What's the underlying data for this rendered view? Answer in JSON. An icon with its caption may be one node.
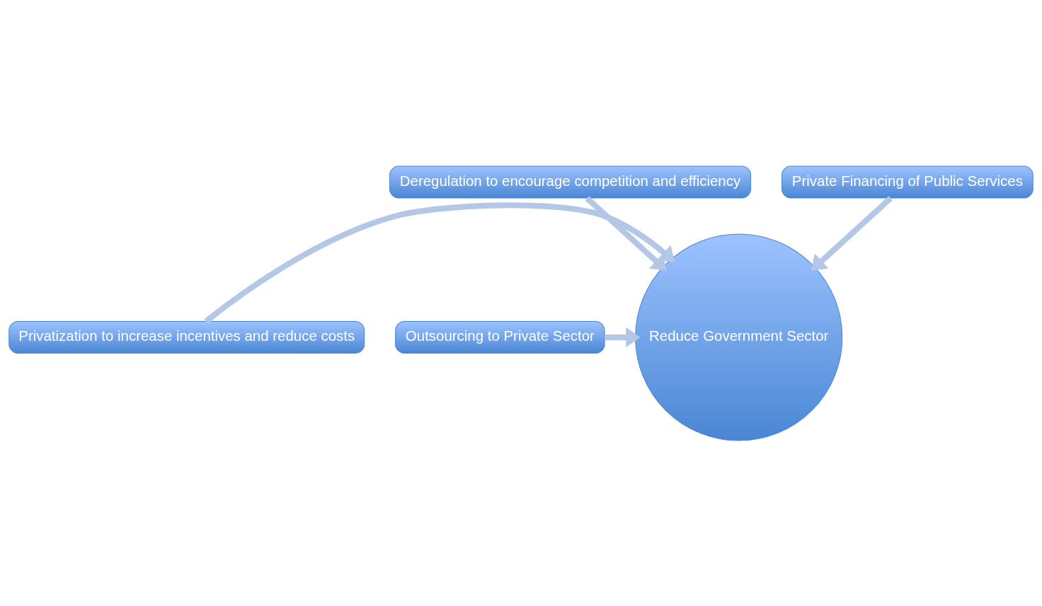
{
  "diagram": {
    "nodes": [
      {
        "text": [
          "Deregulation to encourage competition and efficiency"
        ]
      },
      {
        "text": [
          "Private Financing of Public Services"
        ]
      },
      {
        "text": [
          "Privatization to increase incentives and reduce costs"
        ]
      },
      {
        "text": [
          "Outsourcing to Private Sector"
        ]
      },
      {
        "text": [
          "Reduce Government Sector"
        ]
      }
    ],
    "edges": [
      {
        "from": 0,
        "to": 4,
        "arrow": "to"
      },
      {
        "from": 1,
        "to": 4,
        "arrow": "to"
      },
      {
        "from": 2,
        "to": 4,
        "arrow": "to"
      },
      {
        "from": 3,
        "to": 4,
        "arrow": "to"
      }
    ]
  }
}
